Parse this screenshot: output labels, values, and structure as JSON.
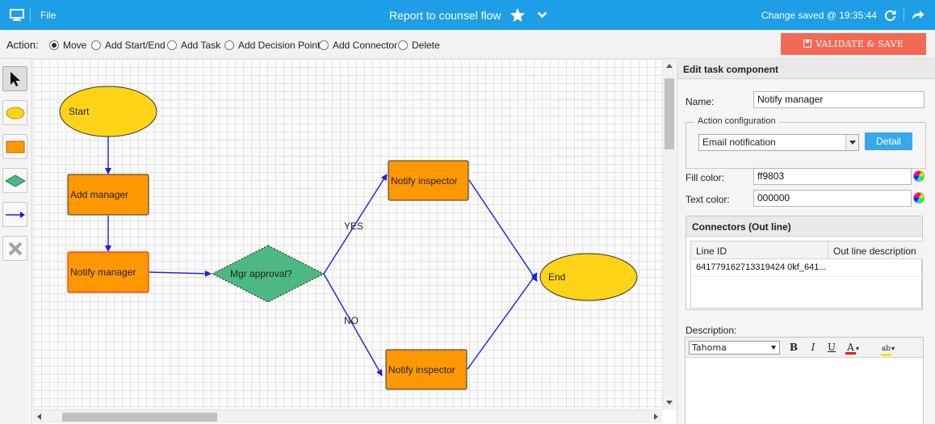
{
  "topbar": {
    "file_label": "File",
    "title": "Report to counsel flow",
    "status": "Change saved @ 19:35:44",
    "icons": [
      "monitor-icon",
      "star-icon",
      "chevron-down-icon",
      "refresh-icon",
      "share-icon"
    ]
  },
  "actionbar": {
    "label": "Action:",
    "options": [
      "Move",
      "Add Start/End",
      "Add Task",
      "Add Decision Point",
      "Add Connector",
      "Delete"
    ],
    "selected": "Move",
    "validate_label": "VALIDATE & SAVE"
  },
  "tools": [
    "pointer-icon",
    "ellipse-shape-icon",
    "rectangle-shape-icon",
    "diamond-shape-icon",
    "arrow-connector-icon",
    "delete-x-icon"
  ],
  "diagram": {
    "nodes": {
      "start": "Start",
      "add_manager": "Add manager",
      "notify_manager": "Notify manager",
      "decision": "Mgr approval?",
      "notify_inspector_top": "Notify inspector",
      "notify_inspector_bottom": "Notify inspector",
      "end": "End"
    },
    "edge_labels": {
      "yes": "YES",
      "no": "NO"
    },
    "colors": {
      "terminal": "#ffd417",
      "task": "#ff9803",
      "decision": "#4db882",
      "connector": "#1a1ee6",
      "selected_border": "#ff3300"
    }
  },
  "panel": {
    "header": "Edit task component",
    "name_label": "Name:",
    "name_value": "Notify manager",
    "action_config_legend": "Action configuration",
    "action_config_value": "Email notification",
    "detail_label": "Detail",
    "fill_color_label": "Fill color:",
    "fill_color_value": "ff9803",
    "text_color_label": "Text color:",
    "text_color_value": "000000",
    "connectors_header": "Connectors (Out line)",
    "connectors_columns": [
      "Line ID",
      "Out line description"
    ],
    "connectors_rows": [
      {
        "line_id": "641779162713319424 0kf_641...",
        "description": ""
      }
    ],
    "description_label": "Description:",
    "editor_font": "Tahoma"
  }
}
